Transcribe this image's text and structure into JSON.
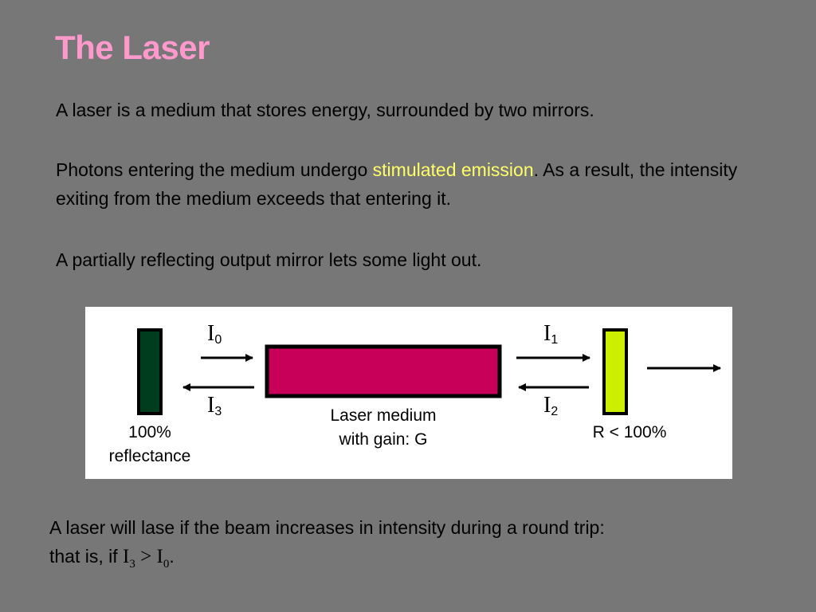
{
  "slide": {
    "title": "The Laser",
    "para1": "A laser is a medium that stores energy, surrounded by two mirrors.",
    "para2_before": "Photons entering the medium undergo ",
    "para2_highlight": "stimulated emission",
    "para2_after": ".  As a result, the intensity exiting from the medium exceeds that entering it.",
    "para3": "A partially reflecting output mirror lets some light out.",
    "bottom_line1": "A laser will lase if the beam increases in intensity during a round trip:",
    "bottom_line2_prefix": "that is, if ",
    "bottom_cond_i3": "I",
    "bottom_cond_i3_sub": "3",
    "bottom_cond_gt": " > ",
    "bottom_cond_i0": "I",
    "bottom_cond_i0_sub": "0",
    "bottom_cond_end": "."
  },
  "diagram": {
    "left_mirror_label_1": "100%",
    "left_mirror_label_2": "reflectance",
    "medium_label_1": "Laser medium",
    "medium_label_2": "with gain: G",
    "right_mirror_label": "R < 100%",
    "i0": "I",
    "i0_sub": "0",
    "i1": "I",
    "i1_sub": "1",
    "i2": "I",
    "i2_sub": "2",
    "i3": "I",
    "i3_sub": "3",
    "colors": {
      "left_mirror": "#003d1f",
      "medium": "#c8005a",
      "right_mirror": "#ccee00",
      "highlight": "#ffff66",
      "title": "#ff99cc",
      "background": "#777777"
    }
  }
}
